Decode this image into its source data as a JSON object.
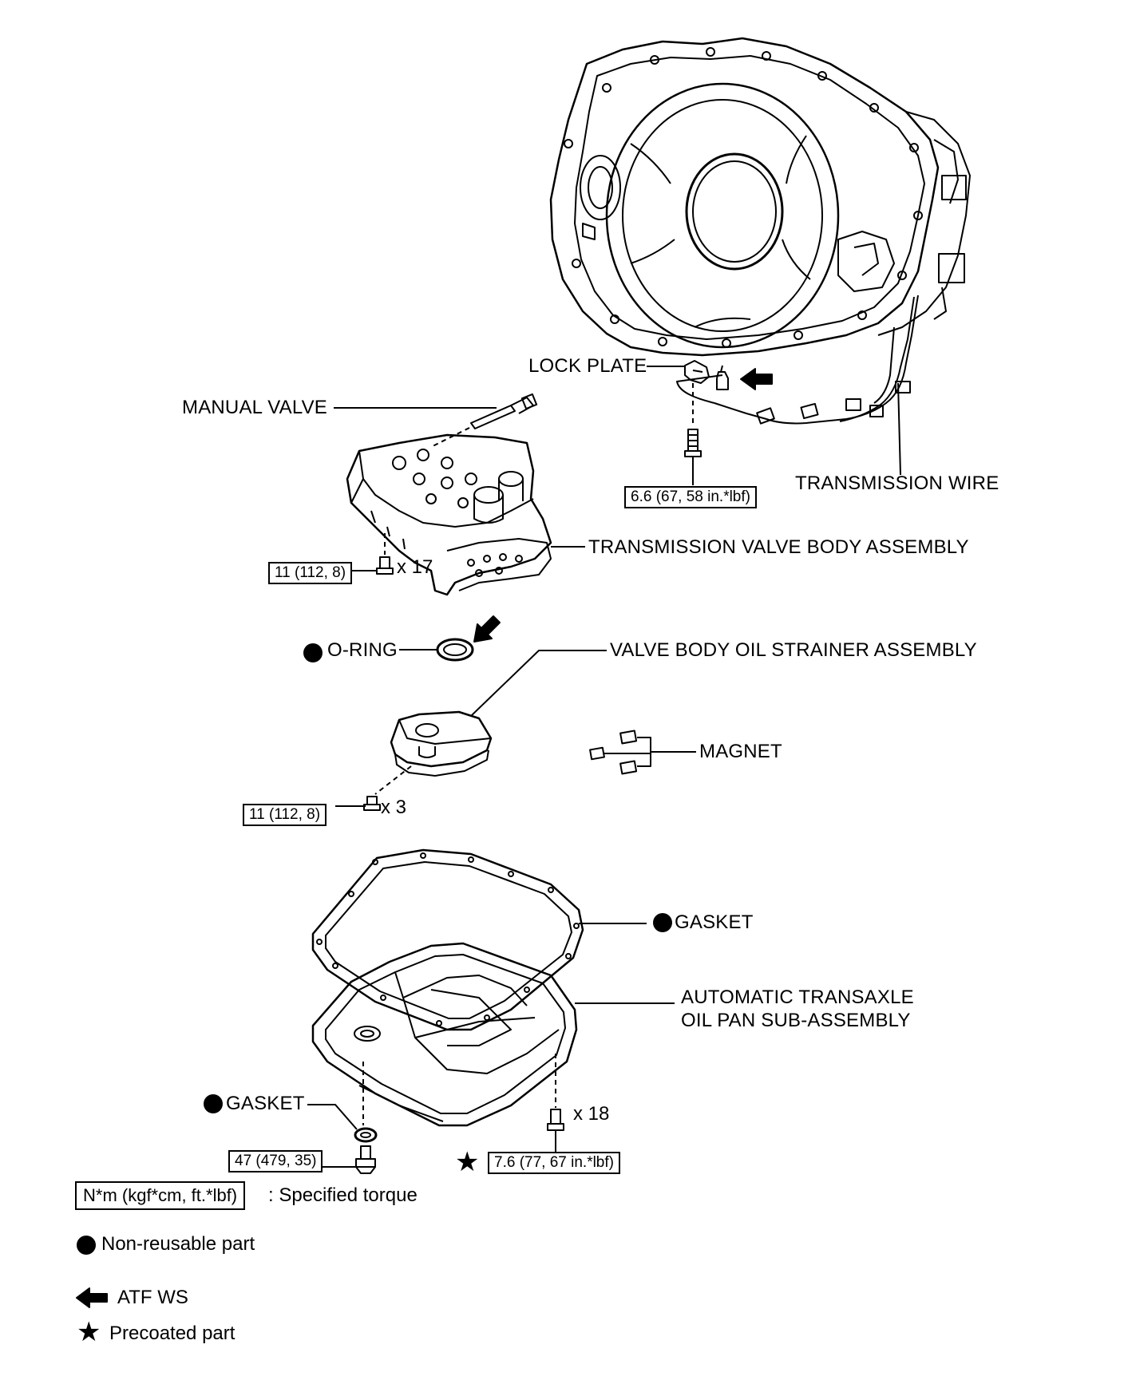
{
  "labels": {
    "lock_plate": "LOCK PLATE",
    "manual_valve": "MANUAL VALVE",
    "transmission_wire": "TRANSMISSION WIRE",
    "valve_body": "TRANSMISSION VALVE BODY ASSEMBLY",
    "o_ring": "O-RING",
    "strainer": "VALVE BODY OIL STRAINER ASSEMBLY",
    "magnet": "MAGNET",
    "gasket_pan": "GASKET",
    "oil_pan_line1": "AUTOMATIC TRANSAXLE",
    "oil_pan_line2": "OIL PAN SUB-ASSEMBLY",
    "gasket_drain": "GASKET"
  },
  "torques": {
    "lock_plate_bolt": "6.6 (67, 58 in.*lbf)",
    "valve_body_bolts": "11 (112, 8)",
    "strainer_bolts": "11 (112, 8)",
    "drain_plug": "47 (479, 35)",
    "pan_bolts": "7.6 (77, 67 in.*lbf)"
  },
  "quantities": {
    "valve_body_bolts": "x 17",
    "strainer_bolts": "x 3",
    "pan_bolts": "x 18"
  },
  "legend": {
    "torque_box": "N*m (kgf*cm, ft.*lbf)",
    "torque_text": ": Specified torque",
    "non_reusable": "Non-reusable part",
    "atf": "ATF WS",
    "precoated": "Precoated part"
  },
  "symbols": {
    "non_reusable": "filled-circle",
    "atf": "left-arrow",
    "precoated": "star"
  }
}
